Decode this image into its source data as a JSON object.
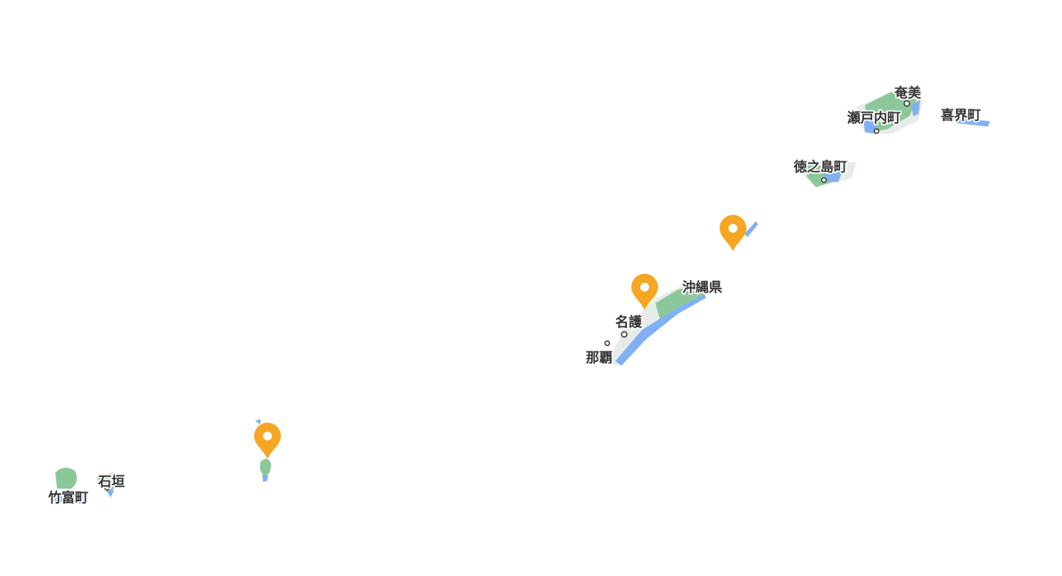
{
  "map": {
    "labels": {
      "amami": "奄美",
      "setouchi": "瀬戸内町",
      "kikai": "喜界町",
      "tokunoshima": "徳之島町",
      "okinawa": "沖縄県",
      "nago": "名護",
      "naha": "那覇",
      "taketomi": "竹富町",
      "ishigaki": "石垣"
    },
    "markers": [
      {
        "name": "marker-1",
        "color": "#f5a623"
      },
      {
        "name": "marker-2",
        "color": "#f5a623"
      },
      {
        "name": "marker-3",
        "color": "#f5a623"
      }
    ],
    "colors": {
      "land": "#8cc79a",
      "water": "#7fb0f5",
      "marker": "#f5a623"
    }
  }
}
